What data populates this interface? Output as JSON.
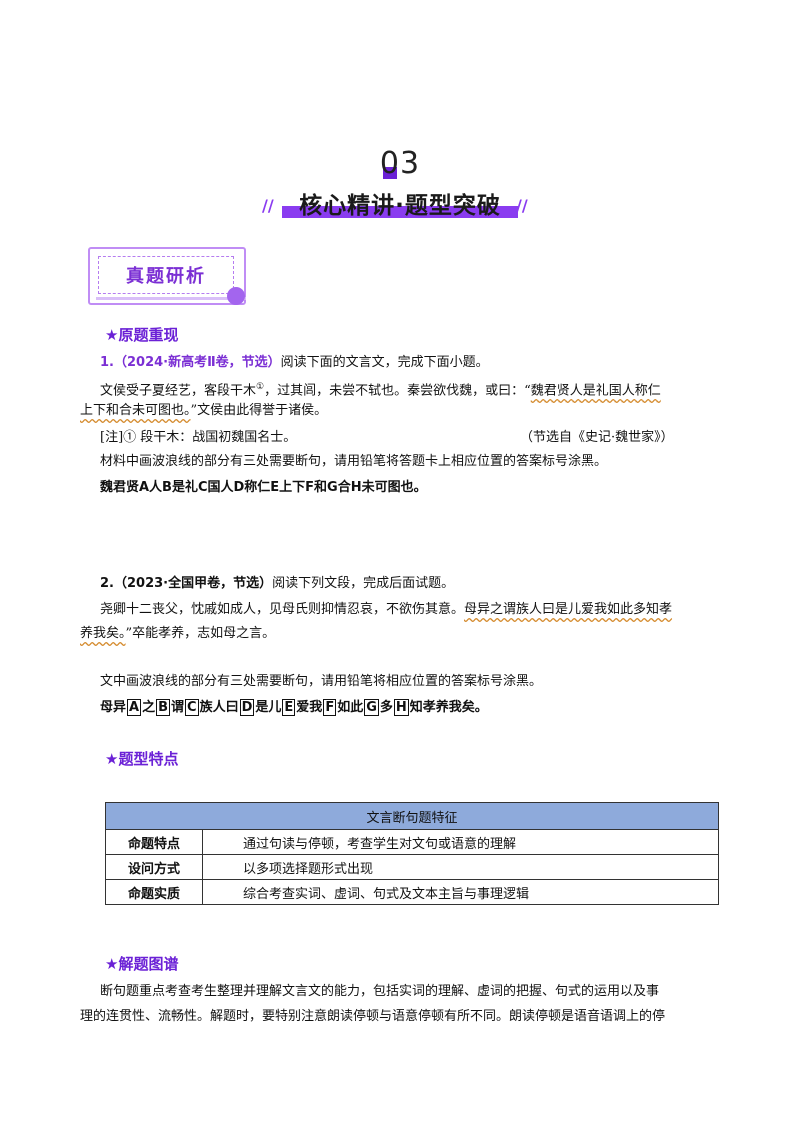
{
  "header": {
    "section_number": "03",
    "title": "核心精讲·题型突破",
    "left_slashes": "//",
    "right_slashes": "//"
  },
  "badge": {
    "label": "真题研析"
  },
  "section1": {
    "heading": "★原题重现",
    "q1": {
      "number": "1.（2024·新高考Ⅱ卷，节选）",
      "prompt": "阅读下面的文言文，完成下面小题。",
      "text_a": "文侯受子夏经艺，客段干木",
      "footnote_mark": "①",
      "text_b": "，过其闾，未尝不轼也。秦尝欲伐魏，或曰：“",
      "wavy_1": "魏君贤人是礼国人称仁",
      "wavy_2": "上下和合未可图也。",
      "text_c": "”文侯由此得誉于诸侯。",
      "note": "[注]① 段干木：战国初魏国名士。",
      "source": "（节选自《史记·魏世家》）",
      "instruction": "材料中画波浪线的部分有三处需要断句，请用铅笔将答题卡上相应位置的答案标号涂黑。",
      "answer": "魏君贤A人B是礼C国人D称仁E上下F和G合H未可图也。"
    },
    "q2": {
      "number": "2.（2023·全国甲卷，节选）",
      "prompt": "阅读下列文段，完成后面试题。",
      "text_a": "尧卿十二丧父，忱戚如成人，见母氏则抑情忍哀，不欲伤其意。",
      "wavy_1": "母异之谓族人曰是儿爱我如此多知孝",
      "wavy_2": "养我矣。",
      "text_b": "”卒能孝养，志如母之言。",
      "instruction": "文中画波浪线的部分有三处需要断句，请用铅笔将相应位置的答案标号涂黑。",
      "answer_parts": [
        "母异",
        "A",
        "之",
        "B",
        "谓",
        "C",
        "族人曰",
        "D",
        "是儿",
        "E",
        "爱我",
        "F",
        "如此",
        "G",
        "多",
        "H",
        "知孝养我矣。"
      ]
    }
  },
  "section2": {
    "heading": "★题型特点",
    "table": {
      "header": "文言断句题特征",
      "rows": [
        {
          "key": "命题特点",
          "value": "通过句读与停顿，考查学生对文句或语意的理解"
        },
        {
          "key": "设问方式",
          "value": "以多项选择题形式出现"
        },
        {
          "key": "命题实质",
          "value": "综合考查实词、虚词、句式及文本主旨与事理逻辑"
        }
      ]
    }
  },
  "section3": {
    "heading": "★解题图谱",
    "line1": "断句题重点考查考生整理并理解文言文的能力，包括实词的理解、虚词的把握、句式的运用以及事",
    "line2": "理的连贯性、流畅性。解题时，要特别注意朗读停顿与语意停顿有所不同。朗读停顿是语音语调上的停"
  }
}
